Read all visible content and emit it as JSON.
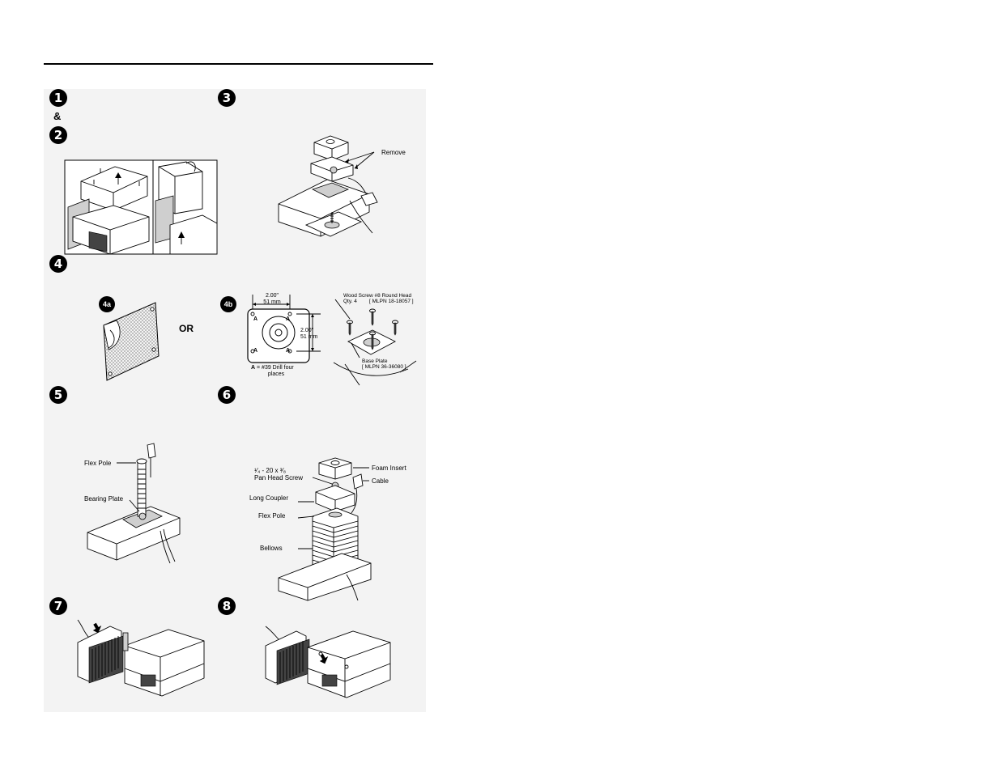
{
  "steps": {
    "s1": "1",
    "amp": "&",
    "s2": "2",
    "s3": "3",
    "s4": "4",
    "s5": "5",
    "s6": "6",
    "s7": "7",
    "s8": "8"
  },
  "step3": {
    "remove_label": "Remove"
  },
  "step4": {
    "badge_a": "4a",
    "badge_b": "4b",
    "or_label": "OR",
    "dim_top_in": "2.00\"",
    "dim_top_mm": "51 mm",
    "dim_side_in": "2.00\"",
    "dim_side_mm": "51 mm",
    "hole_marker": "A",
    "drill_key": "A",
    "drill_note_1": "= #39 Drill four",
    "drill_note_2": "places",
    "wood_screw_1": "Wood Screw  #8 Round Head",
    "wood_screw_qty": "Qty. 4",
    "wood_screw_pn": "[  MLPN 18-18057 ]",
    "base_plate": "Base Plate",
    "base_plate_pn": "[ MLPN 36-36080 ]"
  },
  "step5": {
    "flex_pole": "Flex Pole",
    "bearing_plate": "Bearing Plate"
  },
  "step6": {
    "screw_line_1": "¹⁄₄ - 20 x ³⁄₈",
    "screw_line_2": "Pan Head Screw",
    "foam_insert": "Foam Insert",
    "cable": "Cable",
    "long_coupler": "Long Coupler",
    "flex_pole": "Flex Pole",
    "bellows": "Bellows"
  }
}
